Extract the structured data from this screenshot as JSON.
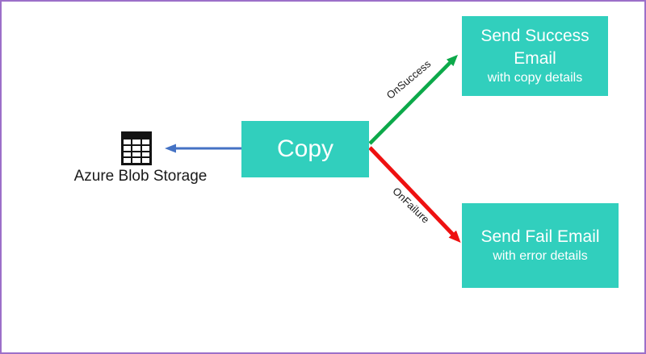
{
  "diagram": {
    "source": {
      "icon": "table-icon",
      "label": "Azure Blob Storage"
    },
    "copy_activity": {
      "label": "Copy"
    },
    "success_activity": {
      "title": "Send Success Email",
      "subtitle": "with copy details"
    },
    "fail_activity": {
      "title": "Send Fail Email",
      "subtitle": "with error details"
    },
    "edges": {
      "on_success": "OnSuccess",
      "on_failure": "OnFailure"
    }
  },
  "colors": {
    "activity_fill": "#31CFBD",
    "activity_text": "#FFFFFF",
    "success_arrow": "#0CA94A",
    "failure_arrow": "#EE1111",
    "storage_arrow": "#4472C4",
    "frame_border": "#9C6FC9",
    "label_text": "#1A1A1A"
  }
}
